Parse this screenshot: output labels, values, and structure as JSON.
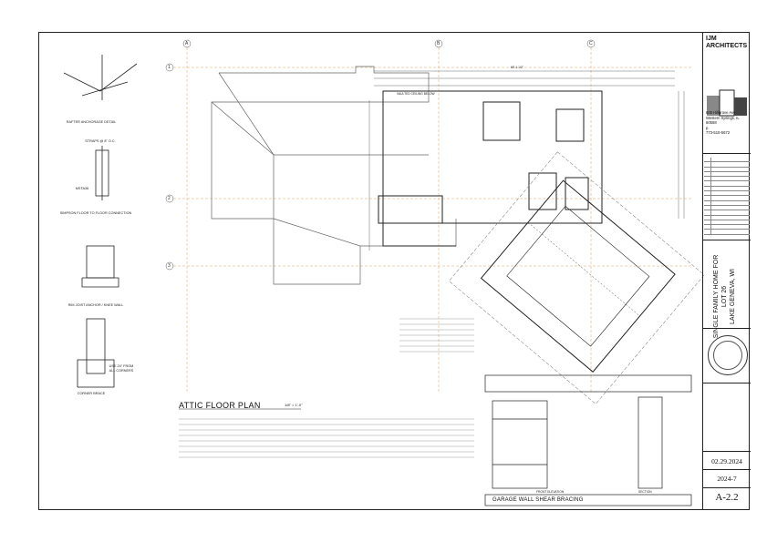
{
  "firm": {
    "name_line1": "IJM",
    "name_line2": "ARCHITECTS",
    "address_line1": "608 Hillgrove Ave",
    "address_line2": "Western Springs, IL",
    "address_line3": "60558",
    "phone_line1": "p.",
    "phone_line2": "773-510-5672"
  },
  "project": {
    "line1": "SINGLE FAMILY HOME FOR",
    "line2": "LOT 26",
    "line3": "LAKE GENEVA, WI"
  },
  "sheet": {
    "date": "02.29.2024",
    "job_number": "2024-7",
    "sheet_number": "A-2.2"
  },
  "plan": {
    "title": "ATTIC FLOOR PLAN",
    "scale": "1/8\" = 1'-0\"",
    "dimension_top": "69'-1 1/2\"",
    "grid_a": "A",
    "grid_b": "B",
    "grid_c": "C",
    "grid_1": "1",
    "grid_2": "2",
    "grid_3": "3",
    "vaulted_label": "VAULTED CEILING BELOW"
  },
  "details": {
    "rafter_label": "RAFTER ANCHORAGE DETAIL",
    "strap_label": "STRAPS @ 8\" O.C.",
    "strap_code": "MSTA36",
    "simpson_label": "SIMPSON FLOOR TO FLOOR CONNECTION",
    "rim_label": "RIM JOIST ANCHOR / KNEE WALL",
    "corner_label": "CORNER BRACE",
    "corner_note": "USE 24\" FROM ALL CORNERS"
  },
  "garage": {
    "title": "GARAGE WALL SHEAR BRACING",
    "front_elev": "FRONT ELEVATION",
    "section": "SECTION"
  }
}
